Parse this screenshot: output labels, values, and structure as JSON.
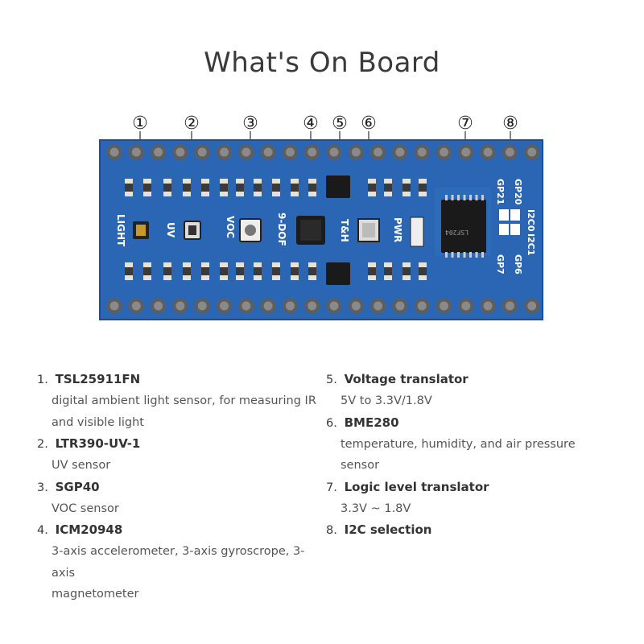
{
  "title": "What's On Board",
  "callouts": [
    "①",
    "②",
    "③",
    "④",
    "⑤",
    "⑥",
    "⑦",
    "⑧"
  ],
  "silkscreen": {
    "light": "LIGHT",
    "uv": "UV",
    "voc": "VOC",
    "dof": "9-DOF",
    "th": "T&H",
    "pwr": "PWR",
    "gp20": "GP20",
    "gp21": "GP21",
    "i2c0": "I2C0",
    "i2c1": "I2C1",
    "gp7": "GP7",
    "gp6": "GP6",
    "chip_text": "LSF204"
  },
  "items_left": [
    {
      "num": "1.",
      "name": "TSL25911FN",
      "desc": [
        "digital ambient light sensor, for measuring IR",
        "and visible light"
      ]
    },
    {
      "num": "2.",
      "name": "LTR390-UV-1",
      "desc": [
        "UV sensor"
      ]
    },
    {
      "num": "3.",
      "name": "SGP40",
      "desc": [
        "VOC sensor"
      ]
    },
    {
      "num": "4.",
      "name": "ICM20948",
      "desc": [
        "3-axis accelerometer, 3-axis gyroscrope, 3-axis",
        "magnetometer"
      ]
    }
  ],
  "items_right": [
    {
      "num": "5.",
      "name": "Voltage translator",
      "desc": [
        "5V to 3.3V/1.8V"
      ]
    },
    {
      "num": "6.",
      "name": "BME280",
      "desc": [
        "temperature, humidity, and air pressure sensor"
      ]
    },
    {
      "num": "7.",
      "name": "Logic level translator",
      "desc": [
        "3.3V ~ 1.8V"
      ]
    },
    {
      "num": "8.",
      "name": "I2C selection",
      "desc": []
    }
  ],
  "colors": {
    "board": "#2a66b4",
    "board_edge": "#1d4f94",
    "pin": "#6d6d6d",
    "silk": "#ffffff"
  }
}
